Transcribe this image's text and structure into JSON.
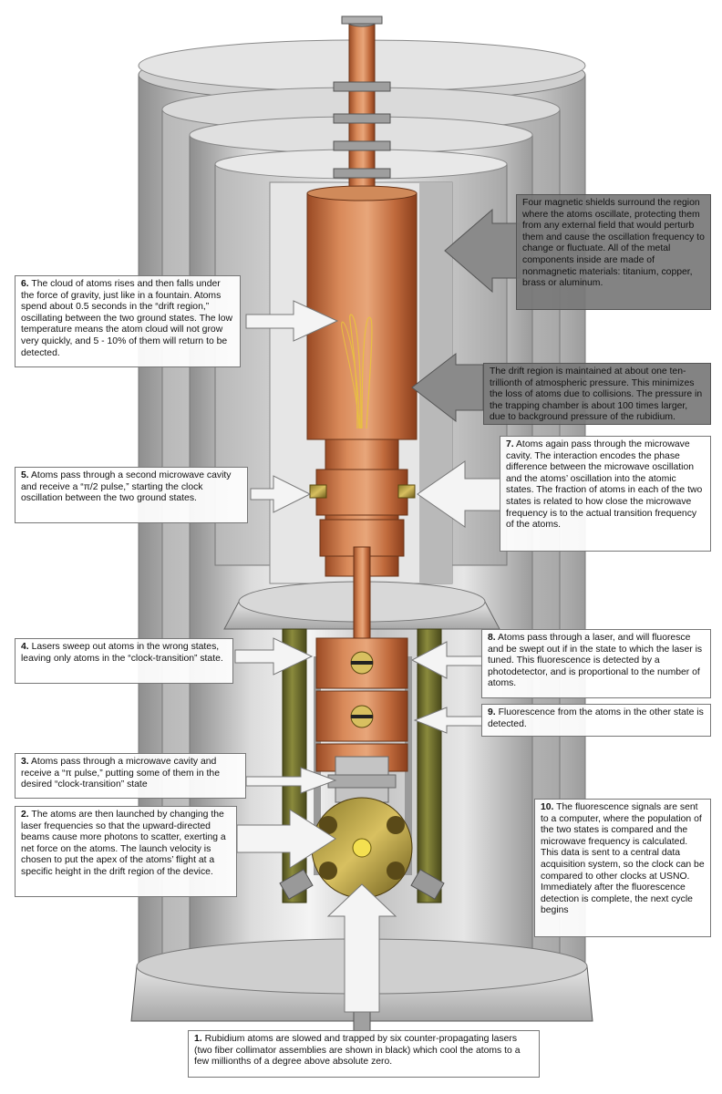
{
  "callouts": [
    {
      "id": "c1",
      "num": "1.",
      "text": "Rubidium atoms are slowed and trapped by six counter-propagating lasers (two fiber collimator assemblies are shown in black) which cool the atoms to a few millionths of a degree above absolute zero."
    },
    {
      "id": "c2",
      "num": "2.",
      "text": "The atoms are then launched by changing the laser frequencies so that the upward-directed beams cause more photons to scatter, exerting a net force on the atoms. The launch velocity is chosen to put the apex of the atoms’ flight at a specific height in the drift region of the device."
    },
    {
      "id": "c3",
      "num": "3.",
      "text": "Atoms pass through a microwave cavity and receive a “π pulse,” putting some of them in the desired “clock-transition” state"
    },
    {
      "id": "c4",
      "num": "4.",
      "text": "Lasers sweep out atoms in the wrong states, leaving only atoms in the “clock-transition” state."
    },
    {
      "id": "c5",
      "num": "5.",
      "text": "Atoms pass through a second microwave cavity and receive a “π/2 pulse,” starting the clock oscillation between the two ground states."
    },
    {
      "id": "c6",
      "num": "6.",
      "text": "The cloud of atoms rises and then falls under the force of gravity, just like in a fountain. Atoms spend about 0.5 seconds in the “drift region,” oscillating between the two ground states. The low temperature means the atom cloud will not grow very quickly, and 5 - 10% of them will return to be detected."
    },
    {
      "id": "c7",
      "num": "7.",
      "text": "Atoms again pass through the microwave cavity. The interaction encodes the phase difference between the microwave oscillation and the atoms’ oscillation into the atomic states. The fraction of atoms in each of the two states is related to how close the microwave frequency is to the actual transition frequency of the atoms."
    },
    {
      "id": "c8",
      "num": "8.",
      "text": "Atoms pass through a laser, and will fluoresce and be swept out if in the state to which the laser is tuned. This fluorescence is detected by a photodetector, and is proportional to the number of atoms."
    },
    {
      "id": "c9",
      "num": "9.",
      "text": "Fluorescence from the atoms in the other state is detected."
    },
    {
      "id": "c10",
      "num": "10.",
      "text": "The fluorescence signals are sent to a computer, where the population of the two states is compared and the microwave frequency is calculated. This data is sent to a central data acquisition system, so the clock can be compared to other clocks at USNO. Immediately after the fluorescence detection is complete, the next cycle begins"
    },
    {
      "id": "shields",
      "num": "",
      "text": "Four magnetic shields surround the region where the atoms oscillate, protecting them from any external field that would perturb them and cause the oscillation frequency to change or fluctuate. All of the metal components inside are made of nonmagnetic materials: titanium, copper, brass or aluminum."
    },
    {
      "id": "drift",
      "num": "",
      "text": "The drift region is maintained at about one ten-trillionth of atmospheric pressure. This minimizes the loss of atoms due to collisions. The pressure in the trapping chamber is about 100 times larger, due to background pressure of the rubidium."
    }
  ],
  "colors": {
    "shield_light": "#e8e8e8",
    "shield_dark": "#9a9a9a",
    "copper_light": "#e0a070",
    "copper_dark": "#a0522d",
    "olive": "#6b6b2e",
    "brass": "#c9a43a",
    "arrow_fill": "#f2f2f2"
  }
}
